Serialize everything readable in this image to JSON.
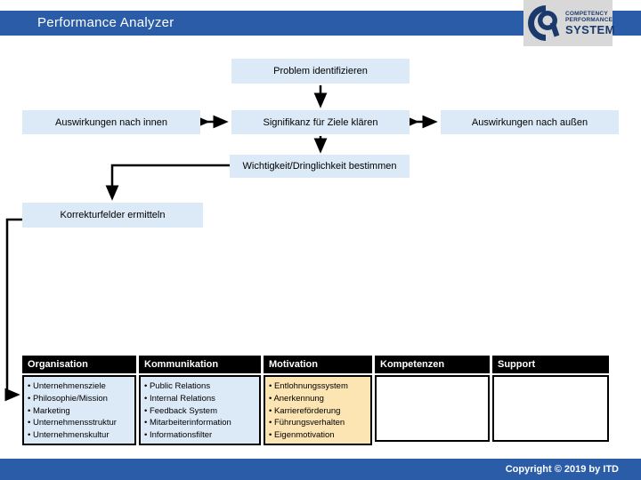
{
  "header": {
    "title": "Performance Analyzer"
  },
  "logo": {
    "letter": "P",
    "line1": "COMPETENCY",
    "line2": "PERFORMANCE",
    "line3": "SYSTEM"
  },
  "flowchart": {
    "problem": "Problem identifizieren",
    "auswirkungen_innen": "Auswirkungen nach innen",
    "signifikanz": "Signifikanz für Ziele klären",
    "auswirkungen_aussen": "Auswirkungen nach außen",
    "wichtigkeit": "Wichtigkeit/Dringlichkeit bestimmen",
    "korrekturfelder": "Korrekturfelder ermitteln"
  },
  "table": {
    "columns": [
      {
        "header": "Organisation",
        "items": [
          "Unternehmensziele",
          "Philosophie/Mission",
          "Marketing",
          "Unternehmensstruktur",
          "Unternehmenskultur"
        ]
      },
      {
        "header": "Kommunikation",
        "items": [
          "Public Relations",
          "Internal Relations",
          "Feedback System",
          "Mitarbeiterinformation",
          "Informationsfilter"
        ]
      },
      {
        "header": "Motivation",
        "items": [
          "Entlohnungssystem",
          "Anerkennung",
          "Karriereförderung",
          "Führungsverhalten",
          "Eigenmotivation"
        ]
      },
      {
        "header": "Kompetenzen",
        "items": []
      },
      {
        "header": "Support",
        "items": []
      }
    ]
  },
  "footer": {
    "copyright": "Copyright © 2019 by ITD"
  },
  "colors": {
    "accent_blue": "#2a5ca7",
    "box_blue": "#dce9f7",
    "cell_orange": "#fce4b3",
    "logo_navy": "#1b3a6b",
    "logo_bg": "#d8d8d8",
    "table_header_bg": "#000000"
  }
}
